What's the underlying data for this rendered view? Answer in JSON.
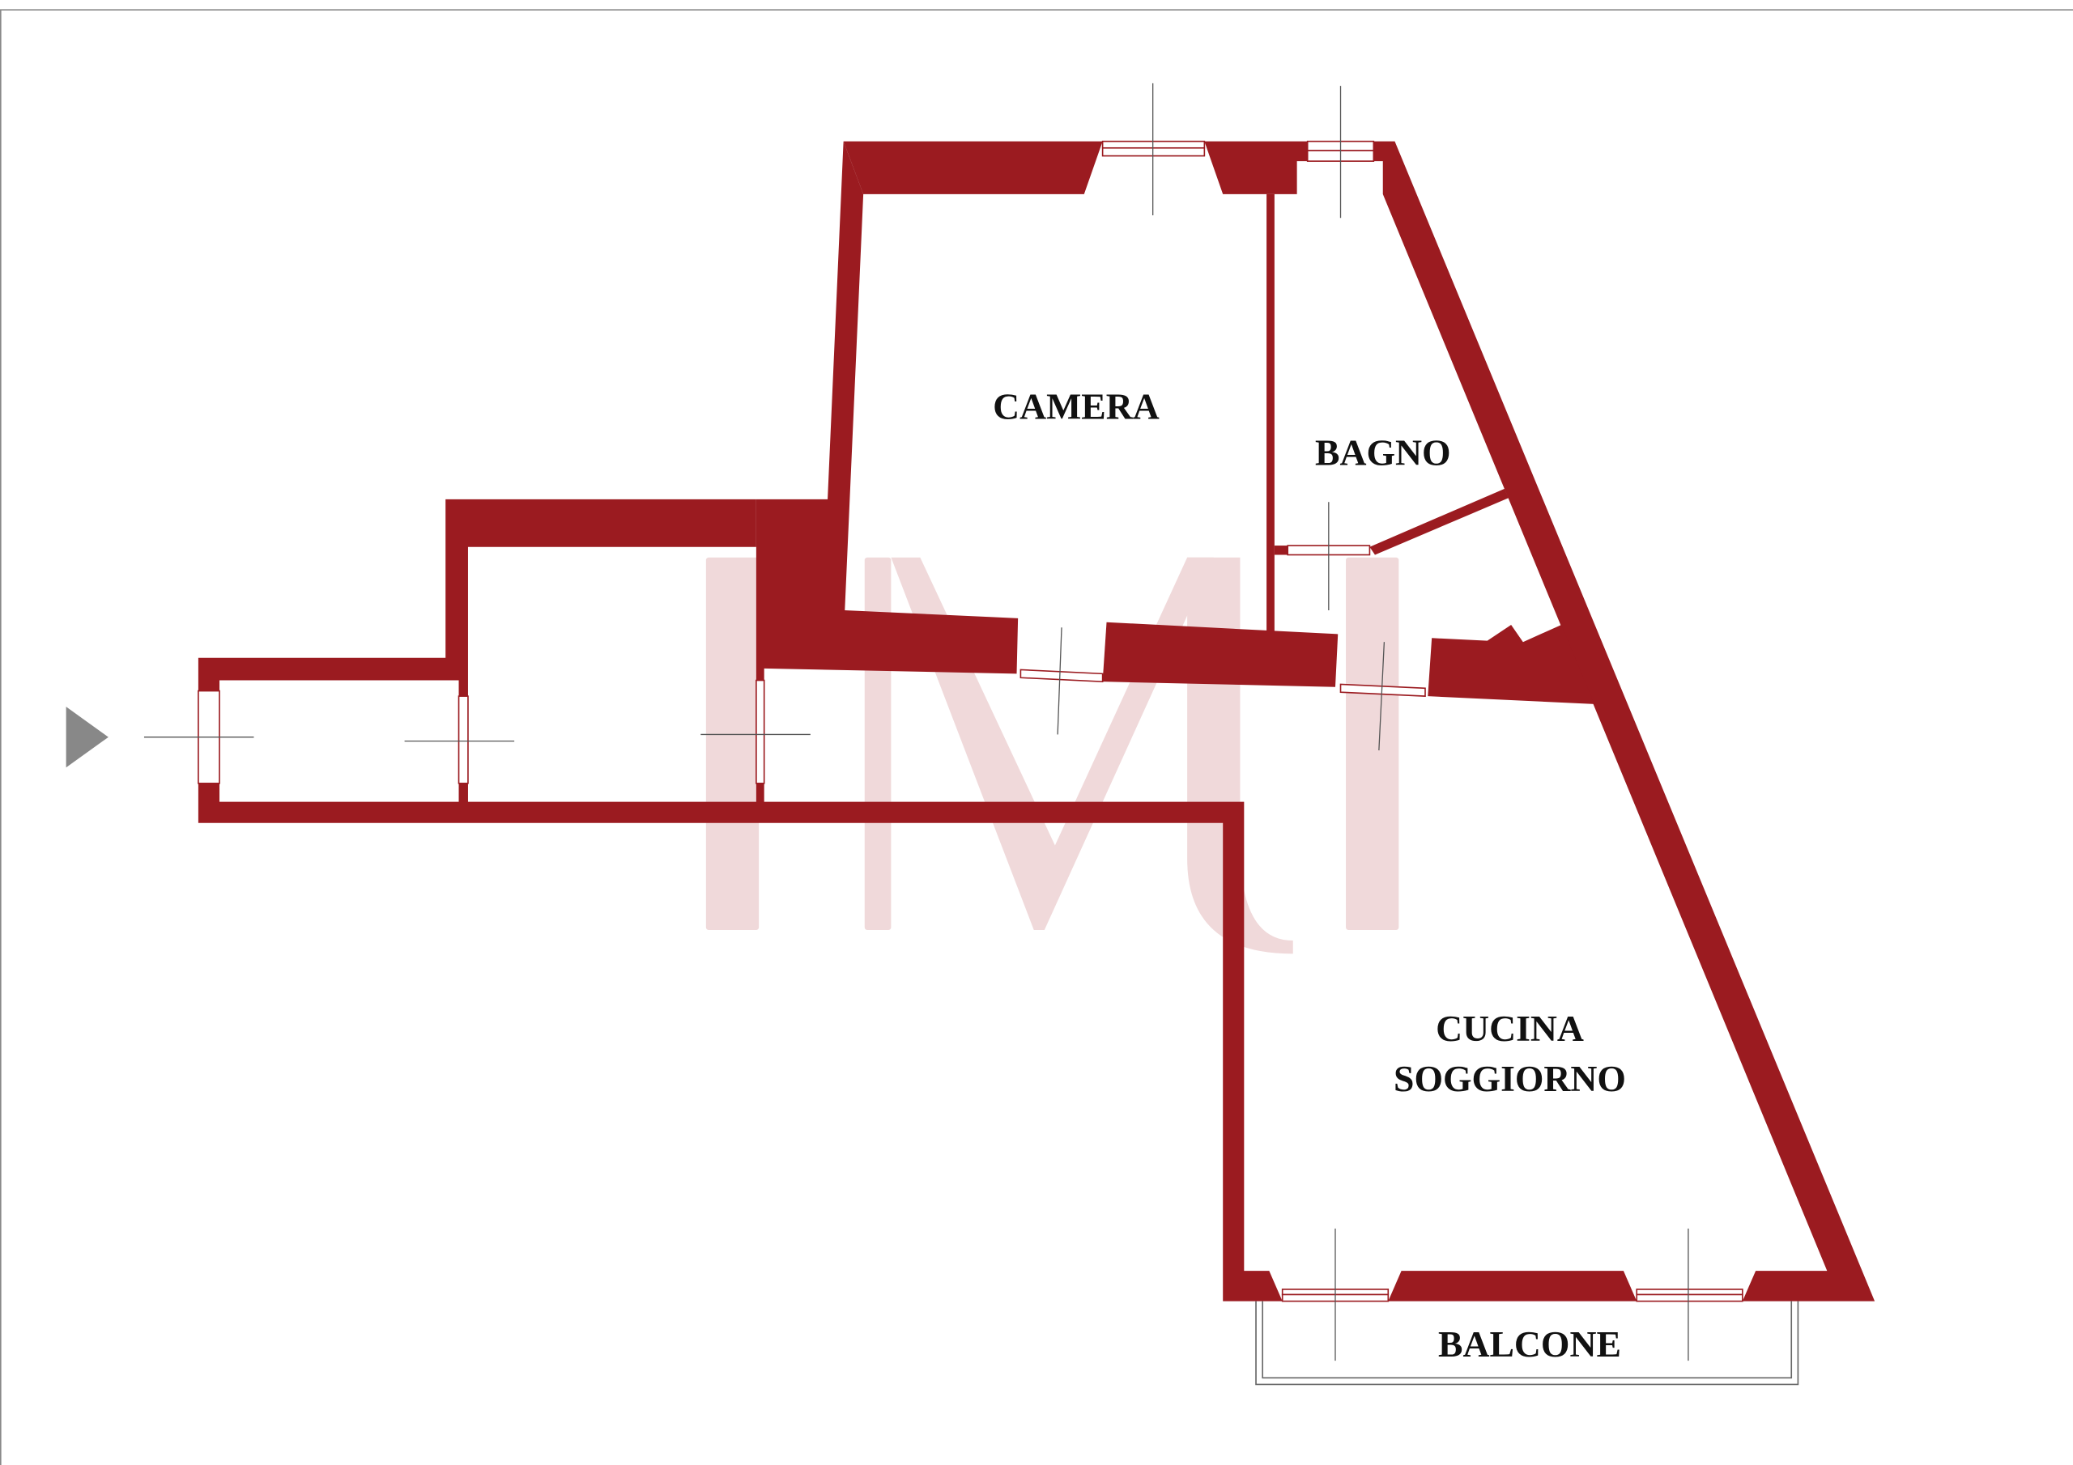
{
  "plan": {
    "watermark": "IMI",
    "wall_color": "#9b1b20",
    "watermark_color": "#f0d9da",
    "entrance_marker_color": "#888888",
    "rooms": {
      "camera": "CAMERA",
      "bagno": "BAGNO",
      "cucina": "CUCINA",
      "soggiorno": "SOGGIORNO",
      "balcone": "BALCONE"
    }
  }
}
